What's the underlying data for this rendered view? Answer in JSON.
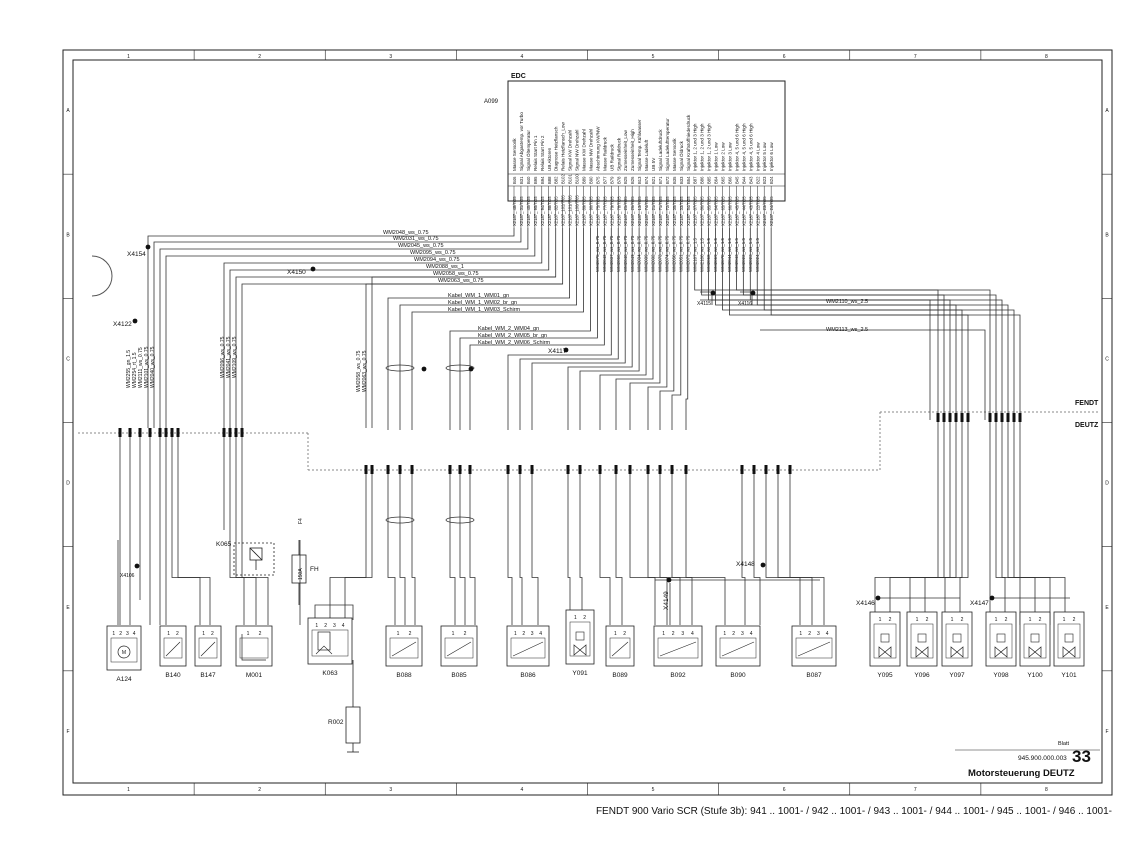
{
  "titleblock": {
    "title": "Motorsteuerung DEUTZ",
    "doc_number": "945.900.000.003",
    "sheet_label": "Blatt",
    "sheet_number": "33"
  },
  "footer": "FENDT 900 Vario SCR (Stufe 3b): 941 .. 1001- / 942 .. 1001- / 943 .. 1001- / 944 .. 1001- / 945 .. 1001- / 946 .. 1001-",
  "grid": {
    "columns": [
      "1",
      "2",
      "3",
      "4",
      "5",
      "6",
      "7",
      "8"
    ],
    "rows": [
      "A",
      "B",
      "C",
      "D",
      "E",
      "F"
    ]
  },
  "zones": {
    "fendt": "FENDT",
    "deutz": "DEUTZ"
  },
  "ecu": {
    "name": "EDC",
    "id": "A099",
    "pins": [
      {
        "pin": "B46",
        "label": "Masse Sensorik",
        "w": "X2187_ 48/7/05"
      },
      {
        "pin": "B31",
        "label": "Signal Abgastemp. vor Turbo",
        "w": "X2187_ 31/7/05"
      },
      {
        "pin": "B40",
        "label": "Signal Öltemperatur",
        "w": "X2187_ 40/7/05"
      },
      {
        "pin": "B95",
        "label": "Relais Start Pin 1",
        "w": "X2187_ 95/7/05"
      },
      {
        "pin": "B94",
        "label": "Relais Start Pin 2",
        "w": "X2187_ 94/7/05"
      },
      {
        "pin": "B88",
        "label": "UB Aktoren",
        "w": "X2187_ 88/7/05"
      },
      {
        "pin": "B82",
        "label": "Diagnose Heizflansch",
        "w": "X2187_ 82/7/05"
      },
      {
        "pin": "B102",
        "label": "Relais Heizflansch_Low",
        "w": "X2187_102/7/05"
      },
      {
        "pin": "B101",
        "label": "Signal KW Drehzahl",
        "w": "X2187_101/7/05"
      },
      {
        "pin": "B100",
        "label": "Signal NW Drehzahl",
        "w": "X2187_100/7/05"
      },
      {
        "pin": "B89",
        "label": "Masse KW Drehzahl",
        "w": "X2187_ 89/7/05"
      },
      {
        "pin": "B90",
        "label": "Masse NW Drehzahl",
        "w": "X2187_ 90/7/05"
      },
      {
        "pin": "B75",
        "label": "Abschirmung KW/NW",
        "w": "X2187_ 75/7/05"
      },
      {
        "pin": "B77",
        "label": "Masse Raildruck",
        "w": "X2187_ 77/7/05"
      },
      {
        "pin": "B79",
        "label": "UB Raildruck",
        "w": "X2187_ 79/7/05"
      },
      {
        "pin": "B78",
        "label": "Signal Raildruck",
        "w": "X2187_ 78/7/05"
      },
      {
        "pin": "B25",
        "label": "Zumesseinheit_Low",
        "w": "X2187_ 25/7/05"
      },
      {
        "pin": "B26",
        "label": "Zumesseinheit_High",
        "w": "X2187_ 26/7/05"
      },
      {
        "pin": "B13",
        "label": "Signal Temp. Kühlwasser",
        "w": "X2187_ 13/7/05"
      },
      {
        "pin": "B74",
        "label": "Masse Ladeluft",
        "w": "X2187_ 74/7/05"
      },
      {
        "pin": "B21",
        "label": "UB 5V",
        "w": "X2187_ 21/7/05"
      },
      {
        "pin": "B71",
        "label": "Signal Ladeluftdruck",
        "w": "X2187_ 71/7/05"
      },
      {
        "pin": "B72",
        "label": "Signal Ladelufttemperatur",
        "w": "X2187_ 72/7/05"
      },
      {
        "pin": "B35",
        "label": "Masse Sensorik",
        "w": "X2187_ 35/7/05"
      },
      {
        "pin": "B33",
        "label": "Signal Öldruck",
        "w": "X2187_ 33/7/05"
      },
      {
        "pin": "B54",
        "label": "Signal Kraftstoffniederdruck",
        "w": "X2187_ 54/7/05"
      },
      {
        "pin": "B87",
        "label": "Injektor 1, 2 und 3 High",
        "w": "X2187_ 87/7/05"
      },
      {
        "pin": "B86",
        "label": "Injektor 1, 2 und 3 High",
        "w": "X2187_ 86/7/05"
      },
      {
        "pin": "B85",
        "label": "Injektor 1, 2 und 3 High",
        "w": "X2187_ 85/7/05"
      },
      {
        "pin": "B64",
        "label": "Injektor 1 Low",
        "w": "X2187_ 64/7/05"
      },
      {
        "pin": "B65",
        "label": "Injektor 2 Low",
        "w": "X2187_ 65/7/05"
      },
      {
        "pin": "B66",
        "label": "Injektor 3 Low",
        "w": "X2187_ 66/7/05"
      },
      {
        "pin": "B45",
        "label": "Injektor 4, 5 und 6 High",
        "w": "X2187_ 45/7/05"
      },
      {
        "pin": "B44",
        "label": "Injektor 4, 5 und 6 High",
        "w": "X2187_ 44/7/05"
      },
      {
        "pin": "B43",
        "label": "Injektor 4, 5 und 6 High",
        "w": "X2187_ 43/7/05"
      },
      {
        "pin": "B22",
        "label": "Injektor 4 Low",
        "w": "X2187_ 22/7/05"
      },
      {
        "pin": "B23",
        "label": "Injektor 5 Low",
        "w": "X2187_ 23/7/05"
      },
      {
        "pin": "B24",
        "label": "Injektor 6 Low",
        "w": "X2187_ 24/7/05"
      }
    ]
  },
  "wire_labels": [
    "WM2048_ws_0.75",
    "WM2031_ws_0.75",
    "WM2045_ws_0.75",
    "WM2095_ws_0.75",
    "WM2094_ws_0.75",
    "WM2088_ws_1",
    "WM2058_ws_0.75",
    "WM2063_ws_0.75",
    "Kabel_WM_1_WM01_gn",
    "Kabel_WM_1_WM02_br_gn",
    "Kabel_WM_1_WM03_Schirm",
    "Kabel_WM_2_WM04_gn",
    "Kabel_WM_2_WM05_br_gn",
    "Kabel_WM_2_WM06_Schirm",
    "WM2110_ws_2.5",
    "WM2113_ws_2.5"
  ],
  "ecu_wire_ids": [
    "WM2075_ws_0.75",
    "WM2042_ws_0.75",
    "WM2037_ws_0.75",
    "WM2066_ws_0.75",
    "WM2046_ws_0.75",
    "WM2049_ws_0.75",
    "WM2034_ws_0.75",
    "WM2039_ws_0.75",
    "WM2032_ws_0.75",
    "WM2073_ws_0.75",
    "WM2074_ws_0.75",
    "WM2050_ws_0.75",
    "WM2051_ws_0.75",
    "WM2072_ws_0.75",
    "WM2107_ws_1.5",
    "WM2108_ws_1.5",
    "WM2068_ws_1.5",
    "WM2069_ws_1.5",
    "WM2070_ws_1.5",
    "WM2044_ws_1.5",
    "WM2043_ws_1.5",
    "WM2022_ws_1.5",
    "WM2023_ws_1.5",
    "WM2024_ws_1.5"
  ],
  "left_wire_ids": [
    "WM2255_gn_1.5",
    "WM2254_rt_1.5",
    "WM2111_ws_0.75",
    "WM2101_ws_0.75",
    "WM2040_ws_0.75",
    "WM2096_ws_0.75",
    "WM2041_ws_0.75",
    "WM2109_ws_0.75",
    "WM2058_ws_0.75",
    "WM2063_ws_0.75"
  ],
  "junctions": [
    "X4154",
    "X4150",
    "X4122",
    "X4117",
    "X4148",
    "X4149",
    "X4146",
    "X4147",
    "X4115",
    "X4116",
    "X4106"
  ],
  "fuse": {
    "id": "F4",
    "rating": "150A",
    "label": "FH"
  },
  "relay": "K065",
  "components": [
    {
      "id": "A124",
      "kind": "motor"
    },
    {
      "id": "B140",
      "kind": "sensor"
    },
    {
      "id": "B147",
      "kind": "sensor"
    },
    {
      "id": "M001",
      "kind": "starter"
    },
    {
      "id": "K063",
      "kind": "relay"
    },
    {
      "id": "B088",
      "kind": "sensor"
    },
    {
      "id": "B085",
      "kind": "sensor"
    },
    {
      "id": "B086",
      "kind": "sensor"
    },
    {
      "id": "Y091",
      "kind": "valve"
    },
    {
      "id": "B089",
      "kind": "sensor"
    },
    {
      "id": "B092",
      "kind": "sensor"
    },
    {
      "id": "B090",
      "kind": "sensor"
    },
    {
      "id": "B087",
      "kind": "sensor"
    },
    {
      "id": "Y095",
      "kind": "injector"
    },
    {
      "id": "Y096",
      "kind": "injector"
    },
    {
      "id": "Y097",
      "kind": "injector"
    },
    {
      "id": "Y098",
      "kind": "injector"
    },
    {
      "id": "Y100",
      "kind": "injector"
    },
    {
      "id": "Y101",
      "kind": "injector"
    }
  ],
  "resistor": "R002"
}
